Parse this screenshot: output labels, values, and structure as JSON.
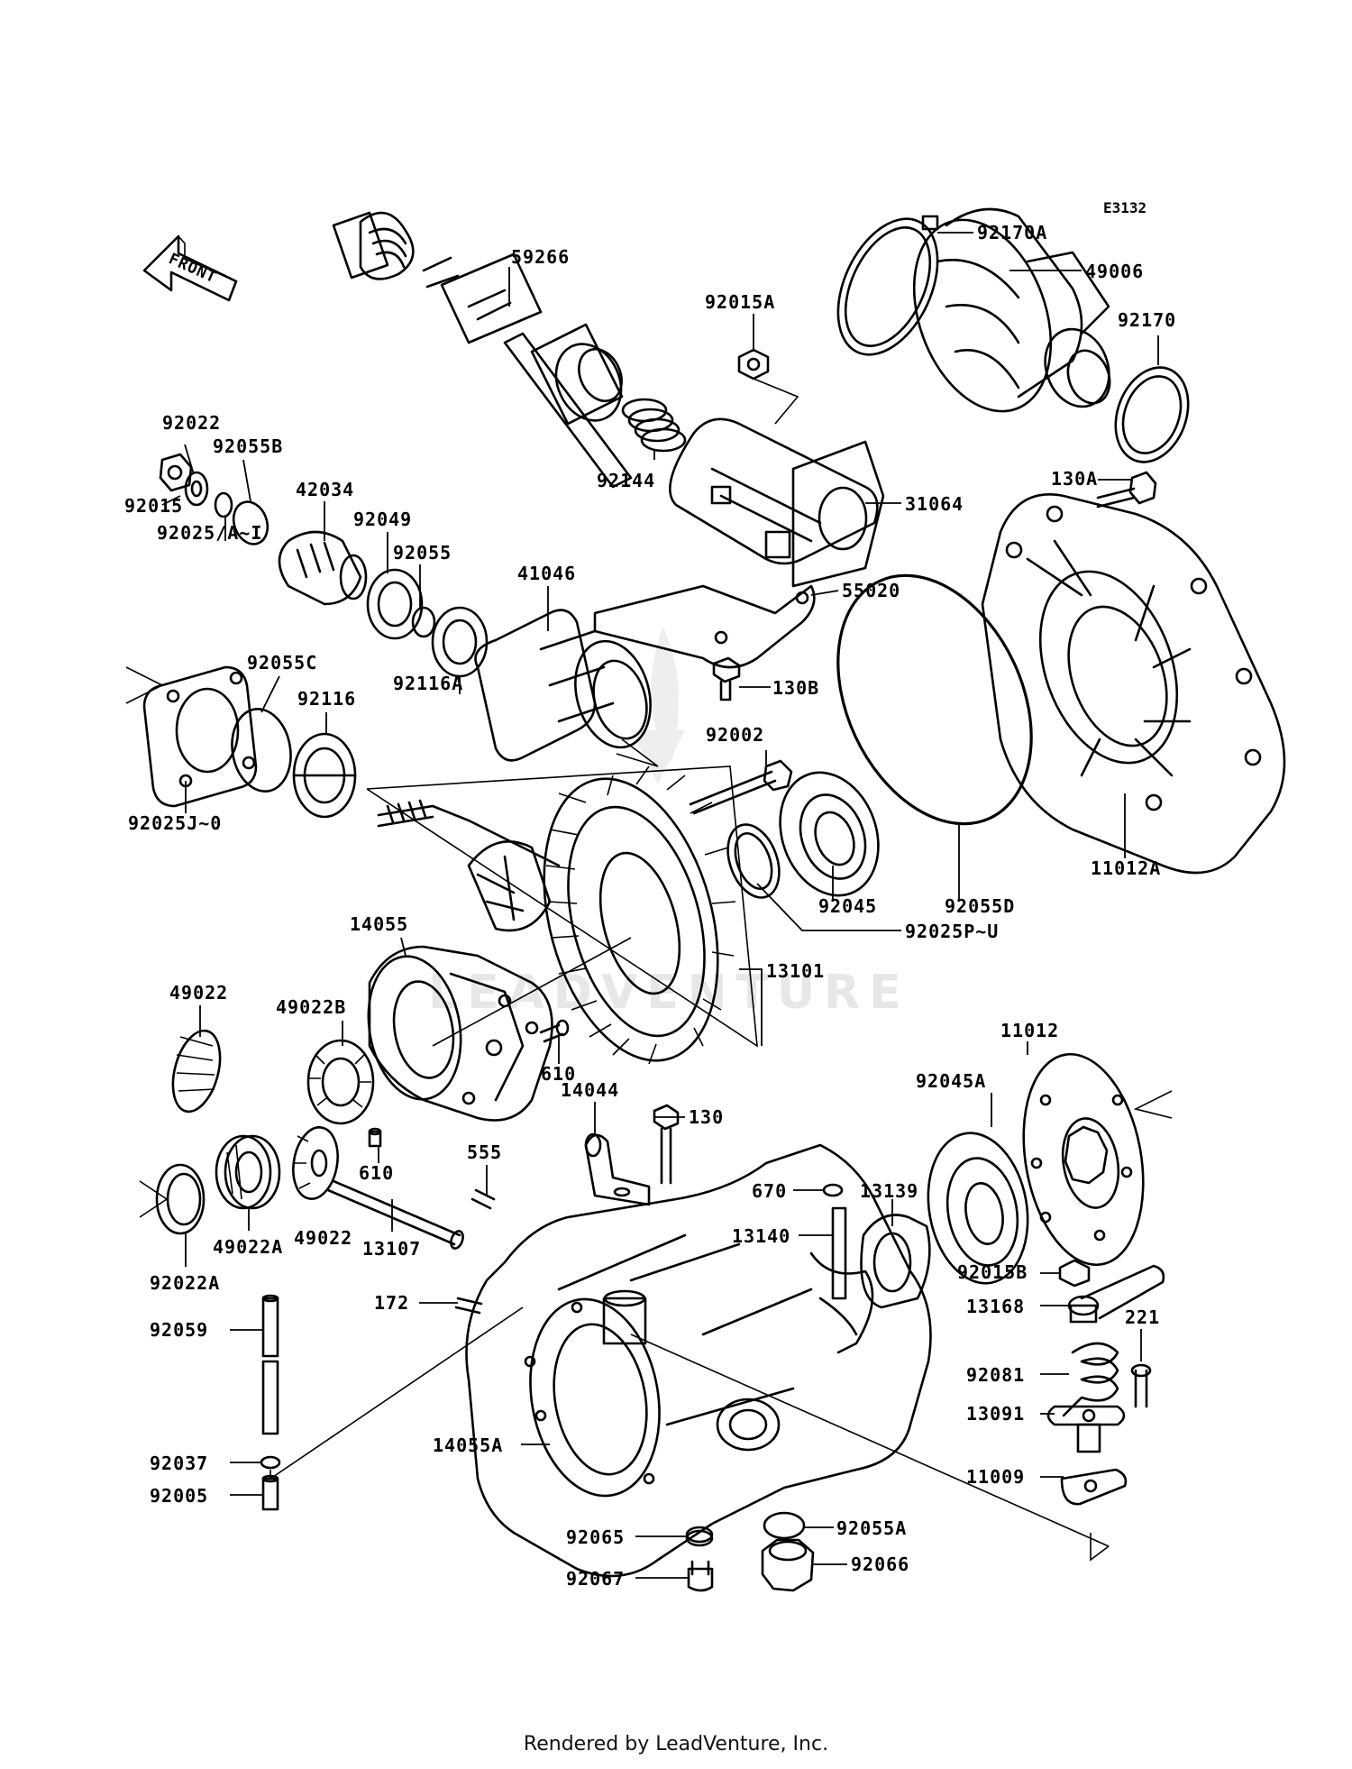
{
  "diagram": {
    "code": "E3132",
    "front_arrow": "FRONT",
    "watermark": "LEADVENTURE",
    "footer": "Rendered by LeadVenture, Inc."
  },
  "parts": [
    "92170A",
    "49006",
    "92170",
    "59266",
    "92015A",
    "31064",
    "92144",
    "130A",
    "92022",
    "92055B",
    "92015",
    "92025/A~I",
    "42034",
    "92049",
    "92055",
    "41046",
    "55020",
    "130B",
    "92116A",
    "92055C",
    "92116",
    "92025J~0",
    "11012A",
    "92002",
    "92045",
    "92055D",
    "92025P~U",
    "13101",
    "14055",
    "49022",
    "49022B",
    "610",
    "14044",
    "130",
    "11012",
    "92045A",
    "670",
    "13139",
    "13140",
    "555",
    "49022A",
    "92022A",
    "13107",
    "92015B",
    "13168",
    "221",
    "172",
    "92059",
    "92081",
    "13091",
    "14055A",
    "92037",
    "92005",
    "11009",
    "92055A",
    "92065",
    "92066",
    "92067"
  ]
}
